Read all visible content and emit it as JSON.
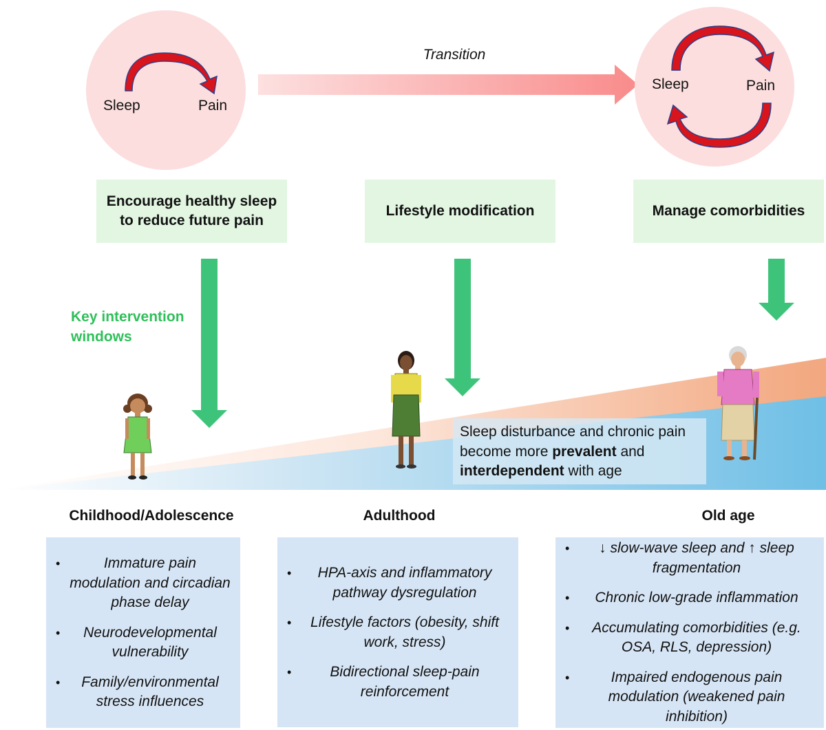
{
  "top": {
    "transition_label": "Transition",
    "left_cycle": {
      "sleep": "Sleep",
      "pain": "Pain"
    },
    "right_cycle": {
      "sleep": "Sleep",
      "pain": "Pain"
    }
  },
  "interventions": [
    "Encourage healthy sleep to reduce future pain",
    "Lifestyle modification",
    "Manage comorbidities"
  ],
  "key_windows_label": "Key intervention windows",
  "prevalence": {
    "part1": "Sleep disturbance and chronic pain become more ",
    "bold1": "prevalent",
    "part2": " and ",
    "bold2": "interdependent",
    "part3": " with age"
  },
  "stages": [
    {
      "title": "Childhood/Adolescence",
      "bullets": [
        "Immature pain modulation and circadian phase delay",
        "Neurodevelopmental vulnerability",
        "Family/environmental stress influences"
      ]
    },
    {
      "title": "Adulthood",
      "bullets": [
        "HPA-axis and inflammatory pathway dysregulation",
        "Lifestyle factors (obesity, shift work, stress)",
        "Bidirectional sleep-pain reinforcement"
      ]
    },
    {
      "title": "Old age",
      "bullets": [
        "↓ slow-wave sleep and ↑ sleep fragmentation",
        "Chronic low-grade inflammation",
        "Accumulating comorbidities (e.g. OSA, RLS, depression)",
        "Impaired endogenous pain modulation (weakened pain inhibition)"
      ]
    }
  ],
  "colors": {
    "circle_fill": "#fcdede",
    "cycle_arrow": "#d8141c",
    "cycle_arrow_outline": "#2e3f8a",
    "green_arrow": "#3ec47a",
    "intervention_box": "#e2f6e2",
    "stage_box": "#d6e5f5",
    "blue_wedge": "#6fbfe6",
    "orange_wedge": "#f2a77e",
    "key_windows_text": "#2fbf5a"
  }
}
